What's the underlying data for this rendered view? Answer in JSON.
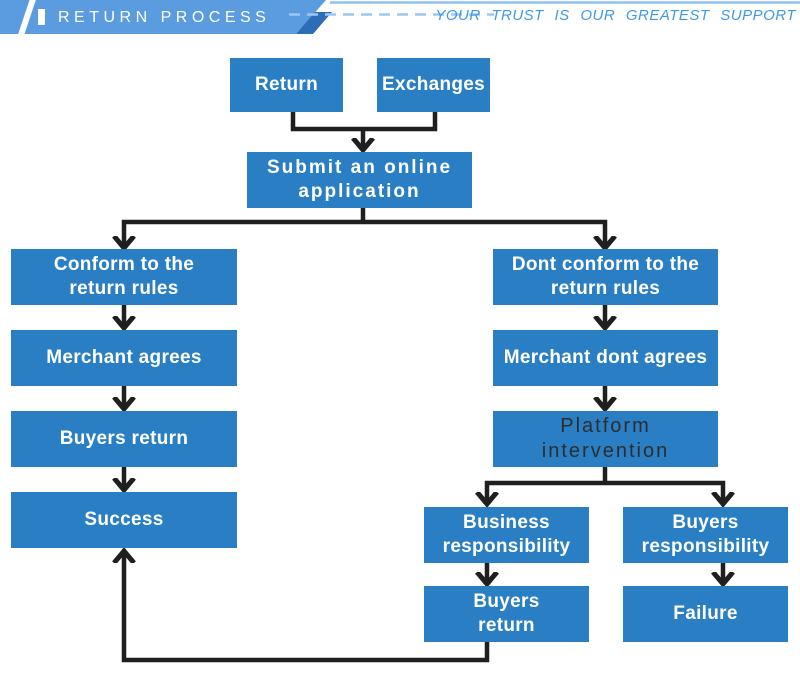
{
  "header": {
    "title": "RETURN PROCESS",
    "tagline": "YOUR TRUST IS OUR GREATEST SUPPORT"
  },
  "colors": {
    "node_fill": "#2a7fc4",
    "node_text": "#ffffff",
    "platform_text": "#2d2d2d",
    "banner": "#5b9bdf",
    "banner_fold": "#2d6db6",
    "top_line": "#8fc0ee",
    "dashed_line": "#9cc8f0",
    "tagline_text": "#3f98e6",
    "connector": "#1f1f1f"
  },
  "flow": {
    "nodes": [
      {
        "id": "return",
        "label": "Return"
      },
      {
        "id": "exchanges",
        "label": "Exchanges"
      },
      {
        "id": "submit-application",
        "label": "Submit an online\napplication"
      },
      {
        "id": "conform-rules",
        "label": "Conform to the\nreturn rules"
      },
      {
        "id": "merchant-agrees",
        "label": "Merchant agrees"
      },
      {
        "id": "buyers-return",
        "label": "Buyers return"
      },
      {
        "id": "success",
        "label": "Success"
      },
      {
        "id": "dont-conform-rules",
        "label": "Dont conform to the\nreturn rules"
      },
      {
        "id": "merchant-dont-agrees",
        "label": "Merchant dont agrees"
      },
      {
        "id": "platform-intervention",
        "label": "Platform\nintervention"
      },
      {
        "id": "business-responsibility",
        "label": "Business\nresponsibility"
      },
      {
        "id": "buyers-responsibility",
        "label": "Buyers\nresponsibility"
      },
      {
        "id": "buyers-return-2",
        "label": "Buyers\nreturn"
      },
      {
        "id": "failure",
        "label": "Failure"
      }
    ]
  }
}
